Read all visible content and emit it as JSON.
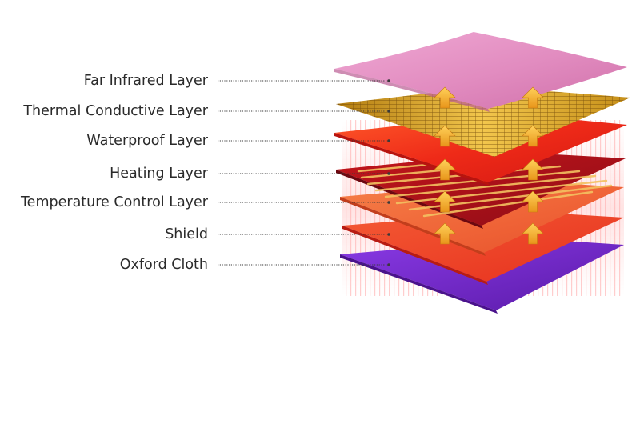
{
  "layers": [
    {
      "id": "far-infrared",
      "label": "Far Infrared Layer",
      "color": "#e593c5"
    },
    {
      "id": "thermal-conductive",
      "label": "Thermal Conductive Layer",
      "color": "#d7a320"
    },
    {
      "id": "waterproof",
      "label": "Waterproof Layer",
      "color": "#f2371d"
    },
    {
      "id": "heating",
      "label": "Heating Layer",
      "color": "#b0121c"
    },
    {
      "id": "temperature-control",
      "label": "Temperature Control Layer",
      "color": "#f06a3a"
    },
    {
      "id": "shield",
      "label": "Shield",
      "color": "#ef3f28"
    },
    {
      "id": "oxford-cloth",
      "label": "Oxford Cloth",
      "color": "#7a2ad6"
    }
  ],
  "colors": {
    "arrow": "#f4b51c",
    "glow": "#ff6a6a",
    "text": "#2a2a2a",
    "wire": "#f3c160"
  }
}
